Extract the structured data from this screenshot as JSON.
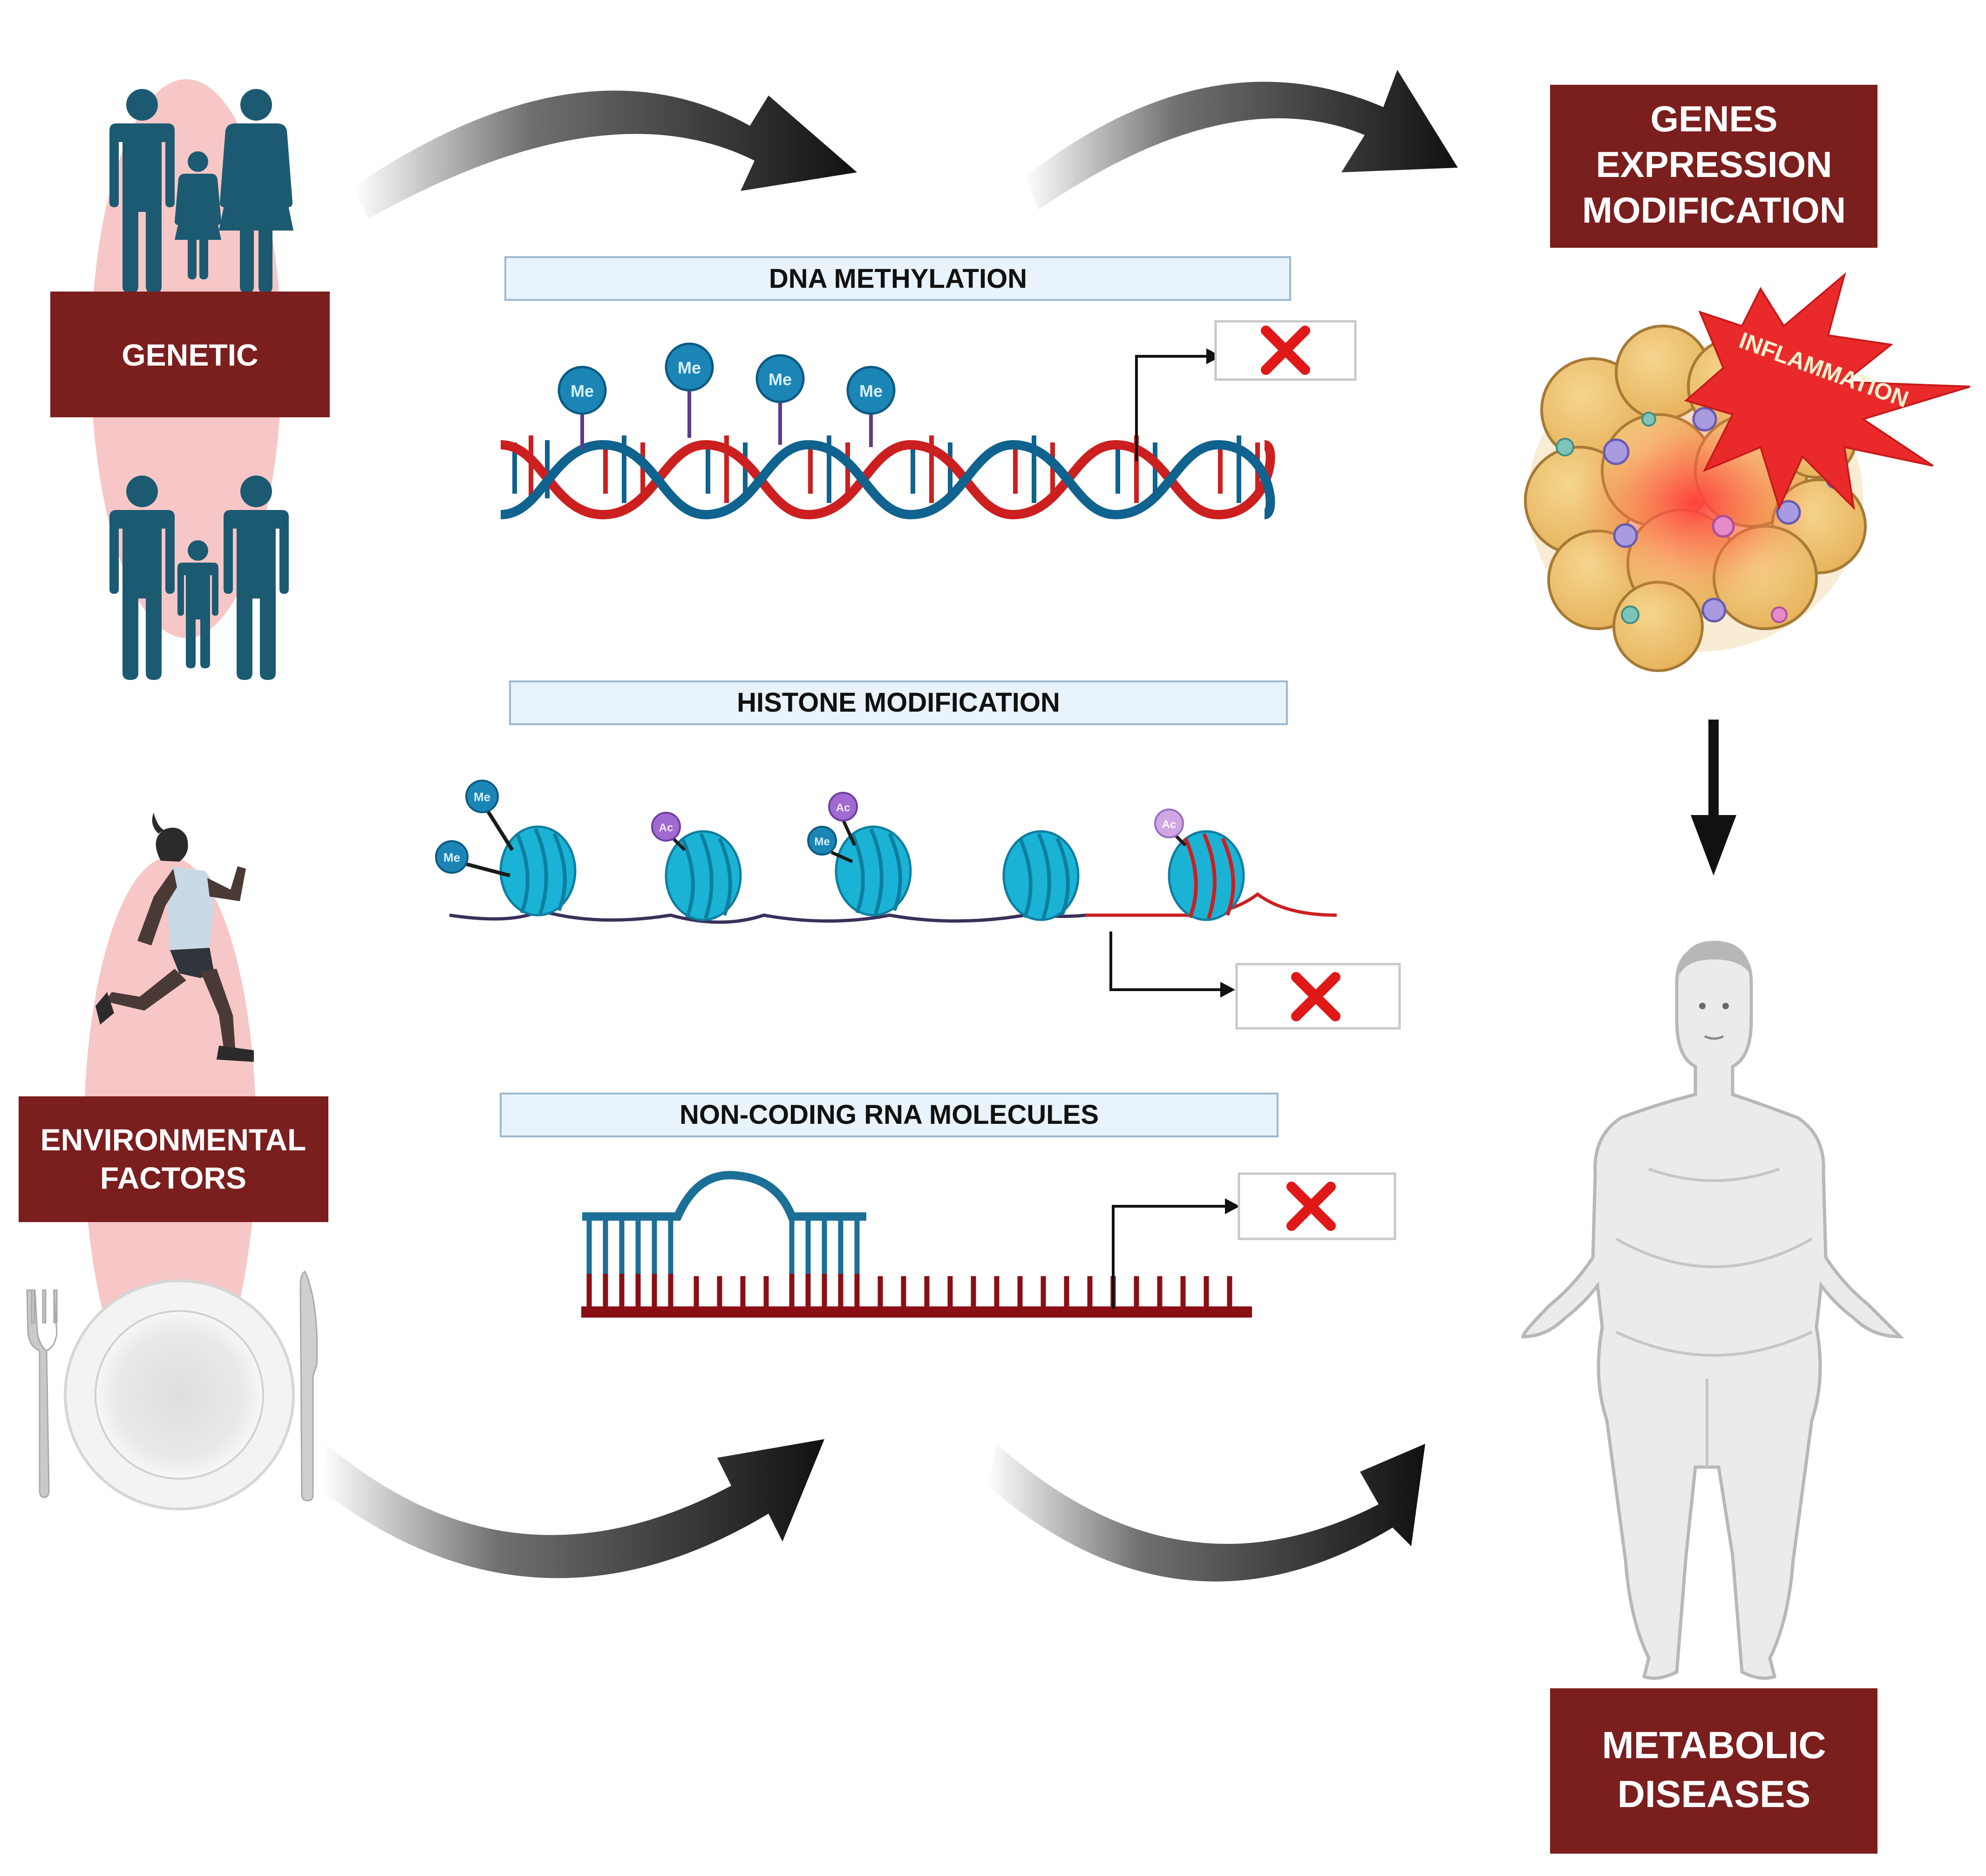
{
  "colors": {
    "dark_red": "#7b1e1e",
    "teal": "#1c5a72",
    "pink": "#f7c6c6",
    "banner_fill": "#e8f3fb",
    "banner_stroke": "#9cb8d0",
    "dna_red": "#cc1f1f",
    "dna_blue": "#10628f",
    "nucleosome": "#1ab3d6",
    "acetyl": "#a06ad0",
    "arrow": "#111111",
    "cross": "#e01818",
    "body_grey": "#ebebeb"
  },
  "labels": {
    "genetic": "GENETIC",
    "environmental_1": "ENVIRONMENTAL",
    "environmental_2": "FACTORS",
    "genes_1": "GENES",
    "genes_2": "EXPRESSION",
    "genes_3": "MODIFICATION",
    "metabolic_1": "METABOLIC",
    "metabolic_2": "DISEASES",
    "inflammation": "INFLAMMATION"
  },
  "mechanisms": {
    "dna_methylation": "DNA METHYLATION",
    "histone_modification": "HISTONE MODIFICATION",
    "ncrna": "NON-CODING RNA MOLECULES"
  },
  "marks": {
    "methyl": "Me",
    "acetyl": "Ac"
  },
  "icons": [
    "family-icon",
    "runner-icon",
    "plate-icon",
    "fork-icon",
    "knife-icon",
    "human-body-icon",
    "adipose-tissue-icon",
    "cross-icon",
    "arrow-icon"
  ]
}
